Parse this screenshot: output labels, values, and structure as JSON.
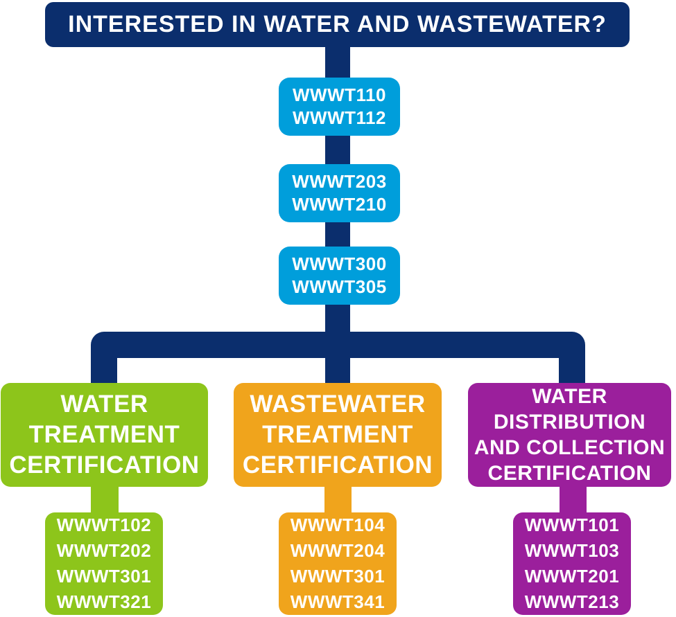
{
  "header": {
    "title": "INTERESTED IN WATER AND WASTEWATER?"
  },
  "colors": {
    "navy": "#0B2E6D",
    "cyan": "#009EDB",
    "green": "#8DC51B",
    "orange": "#F0A41C",
    "purple": "#9B1F9C",
    "text": "#FFFFFF",
    "background": "#FFFFFF"
  },
  "core_sequence": [
    {
      "lines": [
        "WWWT110",
        "WWWT112"
      ]
    },
    {
      "lines": [
        "WWWT203",
        "WWWT210"
      ]
    },
    {
      "lines": [
        "WWWT300",
        "WWWT305"
      ]
    }
  ],
  "tracks": [
    {
      "id": "water-treatment-certification",
      "color": "#8DC51B",
      "title_lines": [
        "WATER",
        "TREATMENT",
        "CERTIFICATION"
      ],
      "courses": [
        "WWWT102",
        "WWWT202",
        "WWWT301",
        "WWWT321"
      ]
    },
    {
      "id": "wastewater-treatment-certification",
      "color": "#F0A41C",
      "title_lines": [
        "WASTEWATER",
        "TREATMENT",
        "CERTIFICATION"
      ],
      "courses": [
        "WWWT104",
        "WWWT204",
        "WWWT301",
        "WWWT341"
      ]
    },
    {
      "id": "water-distribution-and-collection-certification",
      "color": "#9B1F9C",
      "title_lines": [
        "WATER",
        "DISTRIBUTION",
        "AND COLLECTION",
        "CERTIFICATION"
      ],
      "courses": [
        "WWWT101",
        "WWWT103",
        "WWWT201",
        "WWWT213"
      ]
    }
  ]
}
